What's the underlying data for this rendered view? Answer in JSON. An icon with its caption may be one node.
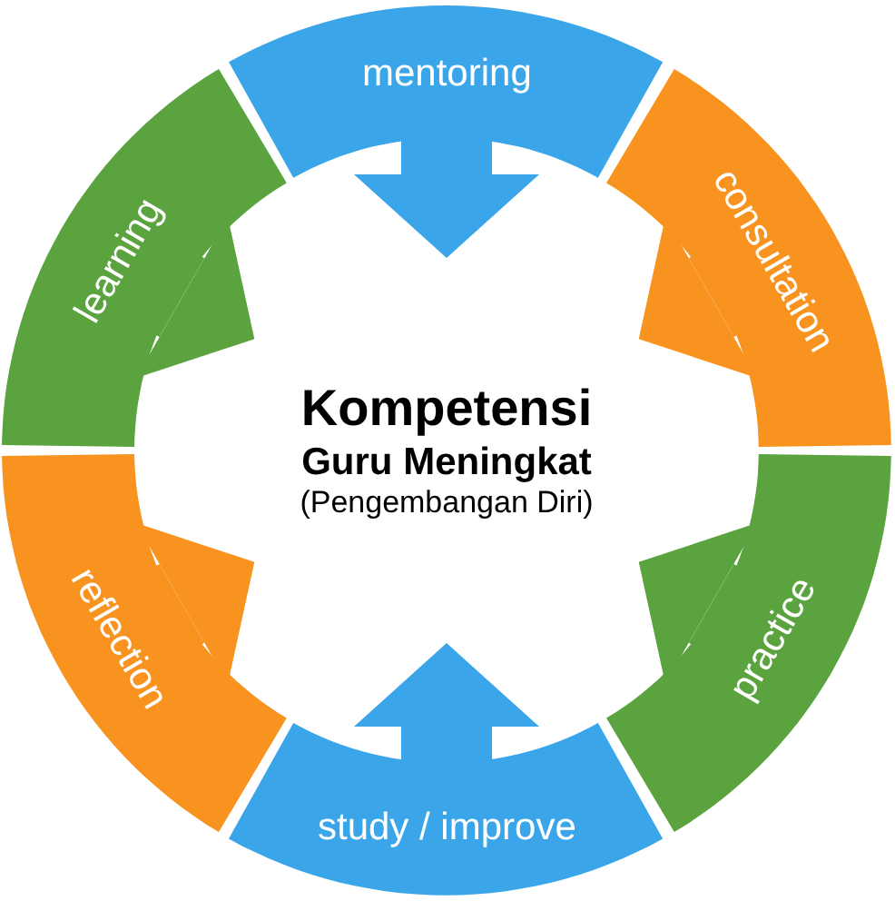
{
  "diagram": {
    "nodes": [
      {
        "text": [
          "mentoring"
        ]
      },
      {
        "text": [
          "consultation"
        ]
      },
      {
        "text": [
          "practice"
        ]
      },
      {
        "text": [
          "study / improve"
        ]
      },
      {
        "text": [
          "reflection"
        ]
      },
      {
        "text": [
          "learning"
        ]
      },
      {
        "text": [
          "Kompetensi",
          "Guru Meningkat",
          "(Pengembangan Diri)"
        ]
      }
    ],
    "edges": [
      {
        "from": 0,
        "to": 6,
        "arrow": "to",
        "color": "#3aa5e8"
      },
      {
        "from": 1,
        "to": 6,
        "arrow": "to",
        "color": "#f7931e"
      },
      {
        "from": 2,
        "to": 6,
        "arrow": "to",
        "color": "#5ba33f"
      },
      {
        "from": 3,
        "to": 6,
        "arrow": "to",
        "color": "#3aa5e8"
      },
      {
        "from": 4,
        "to": 6,
        "arrow": "to",
        "color": "#f7931e"
      },
      {
        "from": 5,
        "to": 6,
        "arrow": "to",
        "color": "#5ba33f"
      }
    ]
  }
}
